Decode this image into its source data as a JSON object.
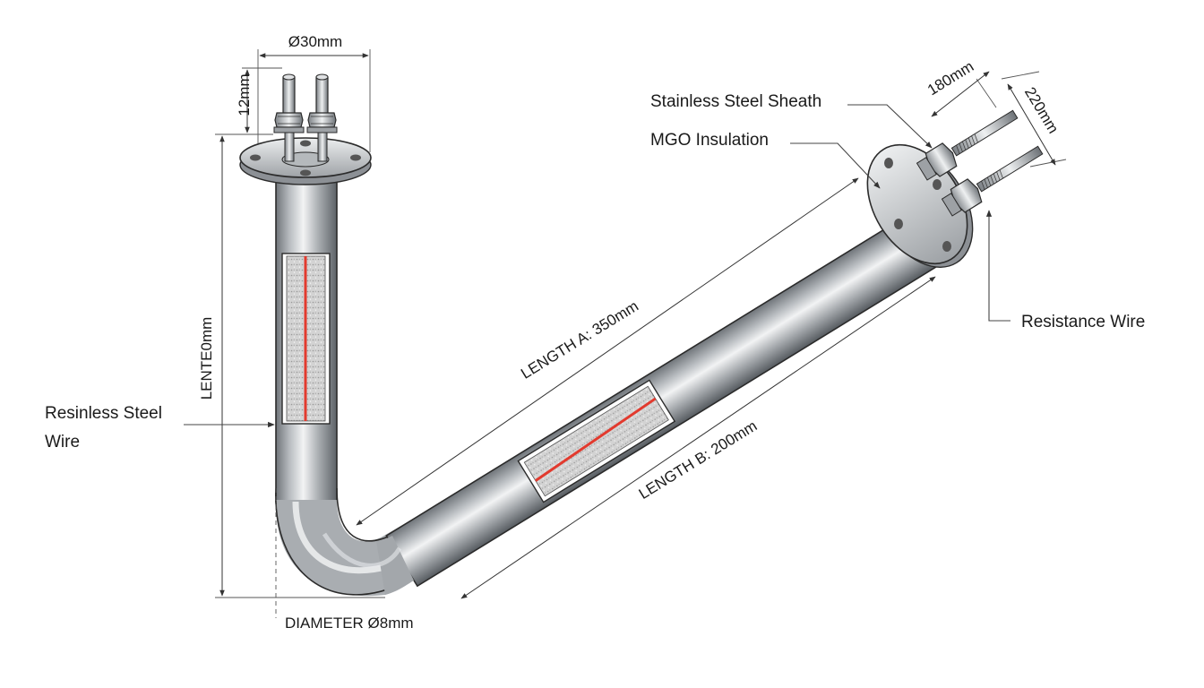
{
  "labels": {
    "stainless_steel_sheath": "Stainless Steel Sheath",
    "mgo_insulation": "MGO Insulation",
    "resistance_wire": "Resistance Wire",
    "resinless_steel_wire_line1": "Resinless Steel",
    "resinless_steel_wire_line2": "Wire"
  },
  "dimensions": {
    "flange_diameter": "Ø30mm",
    "terminal_height": "12mm",
    "vertical_length": "LENTE0mm",
    "length_a": "LENGTH A: 350mm",
    "length_b": "LENGTH B: 200mm",
    "tube_diameter": "DIAMETER Ø8mm",
    "right_terminal_a": "180mm",
    "right_terminal_b": "220mm"
  },
  "colors": {
    "steel_light": "#e6e8ea",
    "steel_mid": "#a9adb1",
    "steel_dark": "#6f7479",
    "outline": "#2b2b2b",
    "heating_wire": "#e23a2e",
    "insulation_fill": "#d2d2d2"
  }
}
